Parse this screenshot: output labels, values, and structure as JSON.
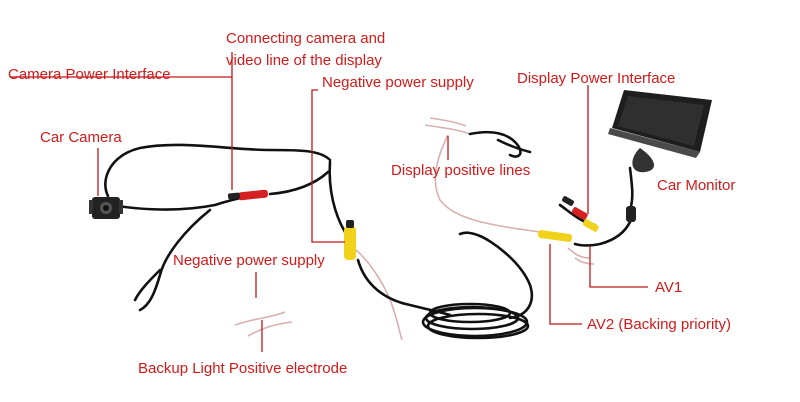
{
  "labels": {
    "connecting_line1": "Connecting camera and",
    "connecting_line2": "video line of the display",
    "camera_power": "Camera Power Interface",
    "negative_power_top": "Negative power supply",
    "display_power": "Display Power Interface",
    "car_camera": "Car Camera",
    "display_positive": "Display positive lines",
    "car_monitor": "Car Monitor",
    "negative_power_bottom": "Negative power supply",
    "av1": "AV1",
    "av2": "AV2 (Backing priority)",
    "backup_light": "Backup Light Positive electrode"
  },
  "colors": {
    "label_text": "#d21a1a",
    "leader_line": "#c01818",
    "cable": "#111111",
    "thin_wire": "#d8b0b0",
    "rca_yellow": "#f0d21a",
    "rca_red": "#d42020"
  }
}
